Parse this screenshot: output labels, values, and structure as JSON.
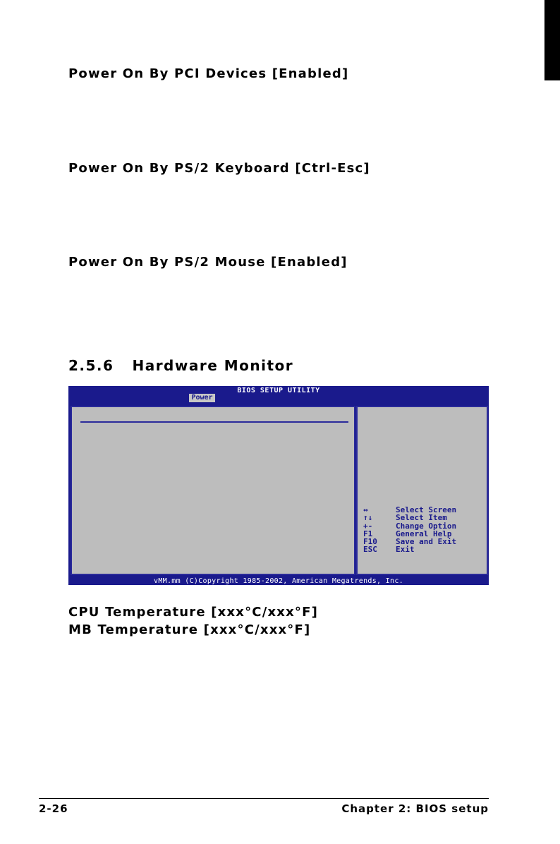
{
  "items": [
    {
      "label": "Power On By PCI Devices [Enabled]"
    },
    {
      "label": "Power On By PS/2 Keyboard [Ctrl-Esc]"
    },
    {
      "label": "Power On By PS/2 Mouse [Enabled]"
    }
  ],
  "section": {
    "number": "2.5.6",
    "title": "Hardware Monitor"
  },
  "bios": {
    "title": "BIOS SETUP UTILITY",
    "active_tab": "Power",
    "keys": [
      {
        "key": "↔",
        "action": "Select Screen"
      },
      {
        "key": "↑↓",
        "action": "Select Item"
      },
      {
        "key": "+-",
        "action": "Change Option"
      },
      {
        "key": "F1",
        "action": "General Help"
      },
      {
        "key": "F10",
        "action": "Save and Exit"
      },
      {
        "key": "ESC",
        "action": "Exit"
      }
    ],
    "footer": "vMM.mm (C)Copyright 1985-2002, American Megatrends, Inc."
  },
  "temperatures": [
    {
      "label": "CPU Temperature [xxx°C/xxx°F]"
    },
    {
      "label": "MB Temperature [xxx°C/xxx°F]"
    }
  ],
  "page_footer": {
    "page_number": "2-26",
    "chapter": "Chapter 2: BIOS setup"
  },
  "colors": {
    "bios_blue": "#1a1a8c",
    "bios_gray": "#bdbdbd"
  }
}
